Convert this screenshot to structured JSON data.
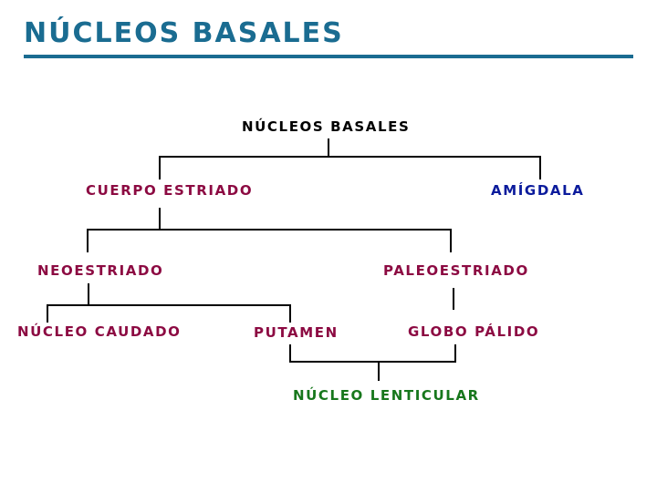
{
  "slide": {
    "title": "NÚCLEOS BASALES",
    "title_color": "#1a6c91",
    "rule_color": "#1a6c91",
    "background": "#ffffff"
  },
  "diagram": {
    "type": "hierarchy-tree",
    "line_color": "#000000",
    "nodes": [
      {
        "id": "nucleos-basales",
        "label": "NÚCLEOS BASALES",
        "level": 0,
        "color": "#000000"
      },
      {
        "id": "cuerpo-estriado",
        "label": "CUERPO ESTRIADO",
        "level": 1,
        "color": "#8c0a42"
      },
      {
        "id": "amigdala",
        "label": "AMÍGDALA",
        "level": 1,
        "color": "#0b1b9c"
      },
      {
        "id": "neoestriado",
        "label": "NEOESTRIADO",
        "level": 2,
        "color": "#8c0a42"
      },
      {
        "id": "paleoestriado",
        "label": "PALEOESTRIADO",
        "level": 2,
        "color": "#8c0a42"
      },
      {
        "id": "nucleo-caudado",
        "label": "NÚCLEO CAUDADO",
        "level": 3,
        "color": "#8c0a42"
      },
      {
        "id": "putamen",
        "label": "PUTAMEN",
        "level": 3,
        "color": "#8c0a42"
      },
      {
        "id": "globo-palido",
        "label": "GLOBO PÁLIDO",
        "level": 3,
        "color": "#8c0a42"
      },
      {
        "id": "nucleo-lenticular",
        "label": "NÚCLEO LENTICULAR",
        "level": 4,
        "color": "#17771c"
      }
    ],
    "edges": [
      {
        "from": "nucleos-basales",
        "to": "cuerpo-estriado"
      },
      {
        "from": "nucleos-basales",
        "to": "amigdala"
      },
      {
        "from": "cuerpo-estriado",
        "to": "neoestriado"
      },
      {
        "from": "cuerpo-estriado",
        "to": "paleoestriado"
      },
      {
        "from": "neoestriado",
        "to": "nucleo-caudado"
      },
      {
        "from": "neoestriado",
        "to": "putamen"
      },
      {
        "from": "paleoestriado",
        "to": "globo-palido"
      },
      {
        "from": "putamen",
        "to": "nucleo-lenticular"
      },
      {
        "from": "globo-palido",
        "to": "nucleo-lenticular"
      }
    ]
  }
}
